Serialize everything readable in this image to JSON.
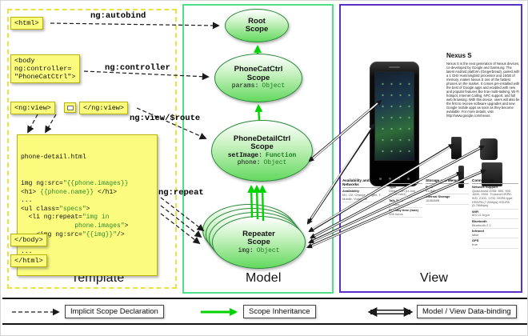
{
  "colors": {
    "yellow-box": "#fbfb7e",
    "template-border": "#e9e33c",
    "model-border": "#4fe08c",
    "view-border": "#5a2fcc",
    "scope-green": "#63d95e",
    "arrow-green": "#00d400",
    "code-green": "#2e8b2e"
  },
  "sections": {
    "template": "Template",
    "model": "Model",
    "view": "View"
  },
  "labels": {
    "autobind": "ng:autobind",
    "controller": "ng:controller",
    "view_route": "ng:view/$route",
    "repeat": "ng:repeat"
  },
  "template": {
    "html_open": "<html>",
    "body_open": "<body\nng:controller=\n\"PhoneCatCtrl\">",
    "ngview_open": "<ng:view>",
    "ngview_close": "</ng:view>",
    "body_close": "</body>",
    "html_close": "</html>",
    "code_title": "phone-detail.html",
    "code_lines": [
      [
        {
          "t": "img ng:src="
        },
        {
          "t": "\"{{phone.images}}",
          "c": "g"
        }
      ],
      [
        {
          "t": "<h1> "
        },
        {
          "t": "{{phone.name}}",
          "c": "g"
        },
        {
          "t": " </h1>"
        }
      ],
      [
        {
          "t": "..."
        }
      ],
      [
        {
          "t": "<ul class="
        },
        {
          "t": "\"specs\"",
          "c": "g"
        },
        {
          "t": ">"
        }
      ],
      [
        {
          "t": "  <li ng:repeat="
        },
        {
          "t": "\"img in",
          "c": "g"
        }
      ],
      [
        {
          "t": "              "
        },
        {
          "t": "phone.images\"",
          "c": "g"
        },
        {
          "t": ">"
        }
      ],
      [
        {
          "t": "    <img ng:src="
        },
        {
          "t": "\"{{img}}\"",
          "c": "g"
        },
        {
          "t": "/>"
        }
      ],
      [
        {
          "t": "  </li>"
        }
      ],
      [
        {
          "t": "..."
        }
      ]
    ]
  },
  "model": {
    "root": {
      "title": "Root\nScope"
    },
    "phonecat": {
      "title": "PhoneCatCtrl\nScope",
      "prop_key": "params:",
      "prop_val": "Object"
    },
    "phonedetail": {
      "title": "PhoneDetailCtrl\nScope",
      "fn_key": "setImage:",
      "fn_val": "Function",
      "prop_key": "phone:",
      "prop_val": "Object"
    },
    "repeater": {
      "title": "Repeater\nScope",
      "prop_key": "img:",
      "prop_val": "Object"
    }
  },
  "view": {
    "title": "Nexus S",
    "description": "Nexus S is the next generation of Nexus devices, co-developed by Google and Samsung. The latest Android platform (Gingerbread), paired with a 1 GHz Hummingbird processor and 16GB of memory, makes Nexus S one of the fastest phones on the market. It comes pre-installed with the best of Google apps and enabled with new and popular features like true multi-tasking, Wi-Fi hotspot, Internet Calling, NFC support, and full web browsing. With this device, users will also be the first to receive software upgrades and new Google mobile apps as soon as they become available. For more details, visit http://www.google.com/nexus.",
    "specs": [
      {
        "header": "Availability and Networks",
        "items": [
          {
            "k": "Availability",
            "v": "M1, O2, Orange, Singtel, T-Mobile, Vodafone"
          }
        ]
      },
      {
        "header": "Battery",
        "items": [
          {
            "k": "Type",
            "v": "Lithium Ion (Li-Ion) (1500 mAH)"
          },
          {
            "k": "Talk Time",
            "v": "6 hours"
          },
          {
            "k": "Standby time (max)",
            "v": "428 hours"
          }
        ]
      },
      {
        "header": "Storage and Memory",
        "items": [
          {
            "k": "RAM",
            "v": "512MB"
          },
          {
            "k": "Internal Storage",
            "v": "16384MB"
          }
        ]
      },
      {
        "header": "Connectivity",
        "items": [
          {
            "k": "Network Support",
            "v": "Quad-band GSM: 850, 900, 1800, 1900. Tri-band HSPA: 900, 2100, 1700. HSPA type: HSDPA (7.2Mbps) HSUPA (5.76Mbps)"
          },
          {
            "k": "WiFi",
            "v": "802.11 b/g/n"
          },
          {
            "k": "Bluetooth",
            "v": "Bluetooth 2.1"
          },
          {
            "k": "Infrared",
            "v": "false"
          },
          {
            "k": "GPS",
            "v": "true"
          }
        ]
      }
    ]
  },
  "legend": {
    "implicit": "Implicit Scope Declaration",
    "inheritance": "Scope Inheritance",
    "databinding": "Model / View Data-binding"
  }
}
